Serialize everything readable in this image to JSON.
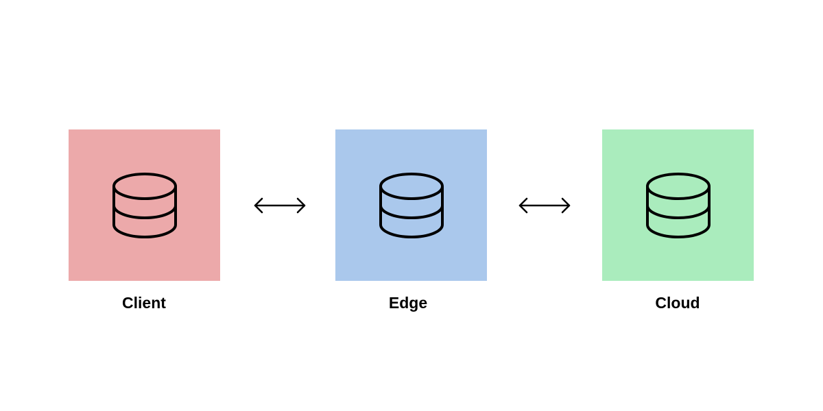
{
  "nodes": [
    {
      "id": "client",
      "label": "Client",
      "color": "#eca9aa",
      "icon": "database-icon"
    },
    {
      "id": "edge",
      "label": "Edge",
      "color": "#aac8ec",
      "icon": "database-icon"
    },
    {
      "id": "cloud",
      "label": "Cloud",
      "color": "#aaecbd",
      "icon": "database-icon"
    }
  ],
  "connectors": [
    {
      "from": "client",
      "to": "edge",
      "type": "bidirectional-arrow"
    },
    {
      "from": "edge",
      "to": "cloud",
      "type": "bidirectional-arrow"
    }
  ]
}
